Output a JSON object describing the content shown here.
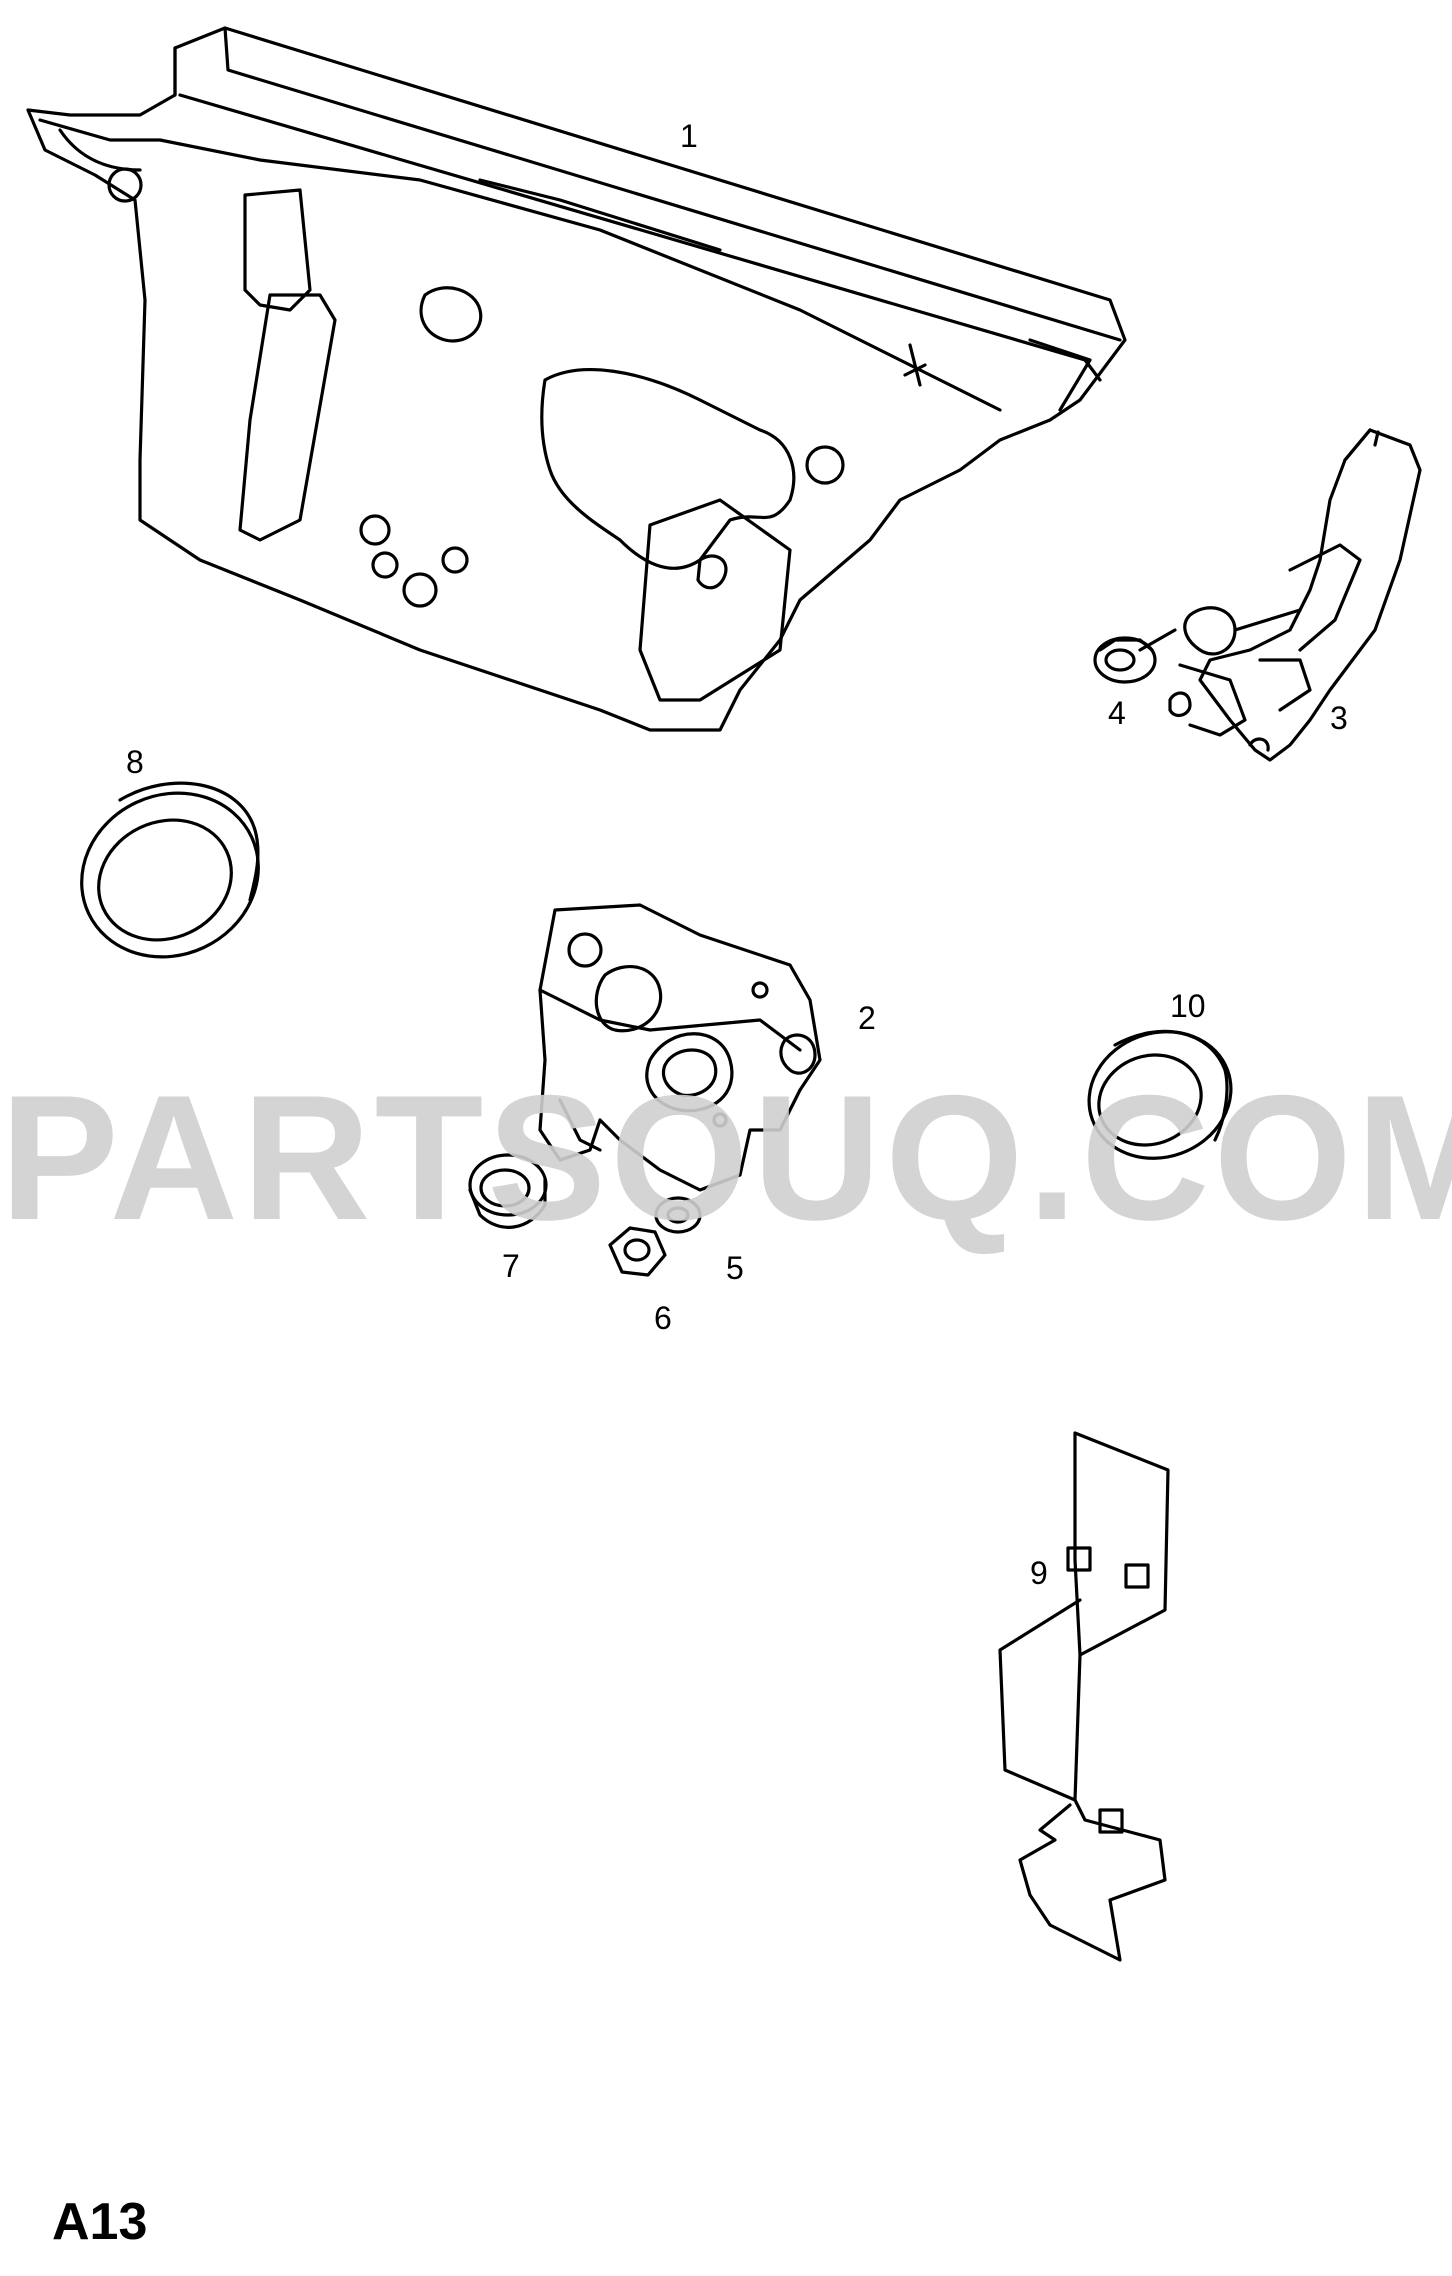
{
  "watermark": "PARTSOUQ.COM",
  "page_code": "A13",
  "callouts": [
    {
      "id": "1",
      "label": "1"
    },
    {
      "id": "2",
      "label": "2"
    },
    {
      "id": "3",
      "label": "3"
    },
    {
      "id": "4",
      "label": "4"
    },
    {
      "id": "5",
      "label": "5"
    },
    {
      "id": "6",
      "label": "6"
    },
    {
      "id": "7",
      "label": "7"
    },
    {
      "id": "8",
      "label": "8"
    },
    {
      "id": "9",
      "label": "9"
    },
    {
      "id": "10",
      "label": "10"
    }
  ],
  "colors": {
    "ink": "#000000",
    "watermark": "#d0d0d0",
    "background": "#ffffff"
  }
}
